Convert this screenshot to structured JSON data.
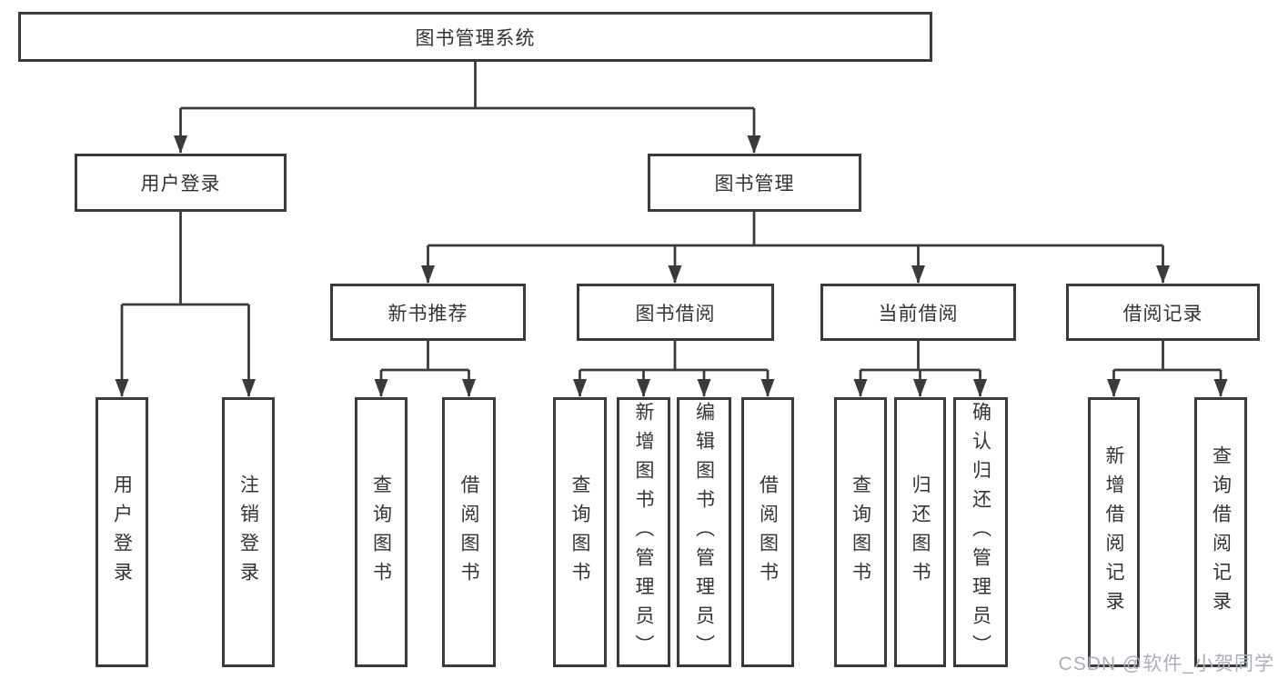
{
  "diagram": {
    "root": {
      "label": "图书管理系统"
    },
    "level2": [
      {
        "label": "用户登录"
      },
      {
        "label": "图书管理"
      }
    ],
    "level3": [
      {
        "label": "新书推荐"
      },
      {
        "label": "图书借阅"
      },
      {
        "label": "当前借阅"
      },
      {
        "label": "借阅记录"
      }
    ],
    "leaves": {
      "user_login": [
        {
          "label": "用户登录"
        },
        {
          "label": "注销登录"
        }
      ],
      "new_books": [
        {
          "label": "查询图书"
        },
        {
          "label": "借阅图书"
        }
      ],
      "book_borrow": [
        {
          "label": "查询图书"
        },
        {
          "label": "新增图书（管理员）"
        },
        {
          "label": "编辑图书（管理员）"
        },
        {
          "label": "借阅图书"
        }
      ],
      "current_borrow": [
        {
          "label": "查询图书"
        },
        {
          "label": "归还图书"
        },
        {
          "label": "确认归还（管理员）"
        }
      ],
      "borrow_records": [
        {
          "label": "新增借阅记录"
        },
        {
          "label": "查询借阅记录"
        }
      ]
    },
    "watermark": "CSDN @软件_小贺同学",
    "colors": {
      "line": "#3a3a3a",
      "text": "#333333",
      "watermark": "#a9aeb8",
      "background": "#ffffff"
    }
  }
}
